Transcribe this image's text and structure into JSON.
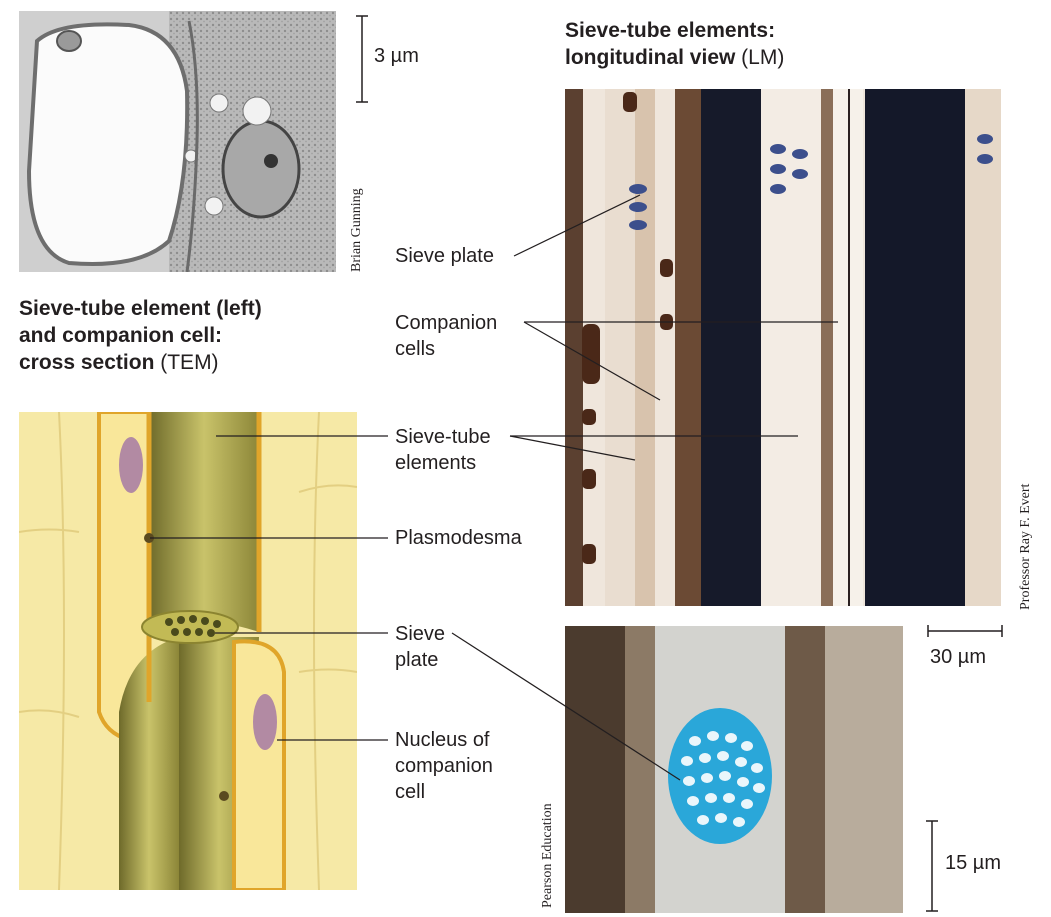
{
  "micrograph_tem": {
    "scale_label": "3 µm",
    "credit": "Brian Gunning",
    "title_bold": "Sieve-tube element (left) and companion cell: cross section",
    "title_line1": "Sieve-tube element (left)",
    "title_line2": "and companion cell:",
    "title_line3_bold": "cross section",
    "title_line3_plain": " (TEM)"
  },
  "micrograph_lm": {
    "title_line1": "Sieve-tube elements:",
    "title_line2_bold": "longitudinal view",
    "title_line2_plain": " (LM)",
    "credit": "Professor Ray F. Evert",
    "scale_label": "30 µm"
  },
  "micrograph_sieve_plate": {
    "credit": "Pearson Education",
    "scale_label": "15 µm"
  },
  "labels": {
    "sieve_plate_top": "Sieve plate",
    "companion_cells_line1": "Companion",
    "companion_cells_line2": "cells",
    "sieve_tube_line1": "Sieve-tube",
    "sieve_tube_line2": "elements",
    "plasmodesma": "Plasmodesma",
    "sieve_plate_mid_line1": "Sieve",
    "sieve_plate_mid_line2": "plate",
    "nucleus_line1": "Nucleus of",
    "nucleus_line2": "companion",
    "nucleus_line3": "cell"
  },
  "colors": {
    "text": "#231f20",
    "cell_yellow": "#f6e9a6",
    "cell_wall": "#e0a52a",
    "nucleus": "#b28aa3",
    "sieve_stain": "#2aa7d9"
  }
}
